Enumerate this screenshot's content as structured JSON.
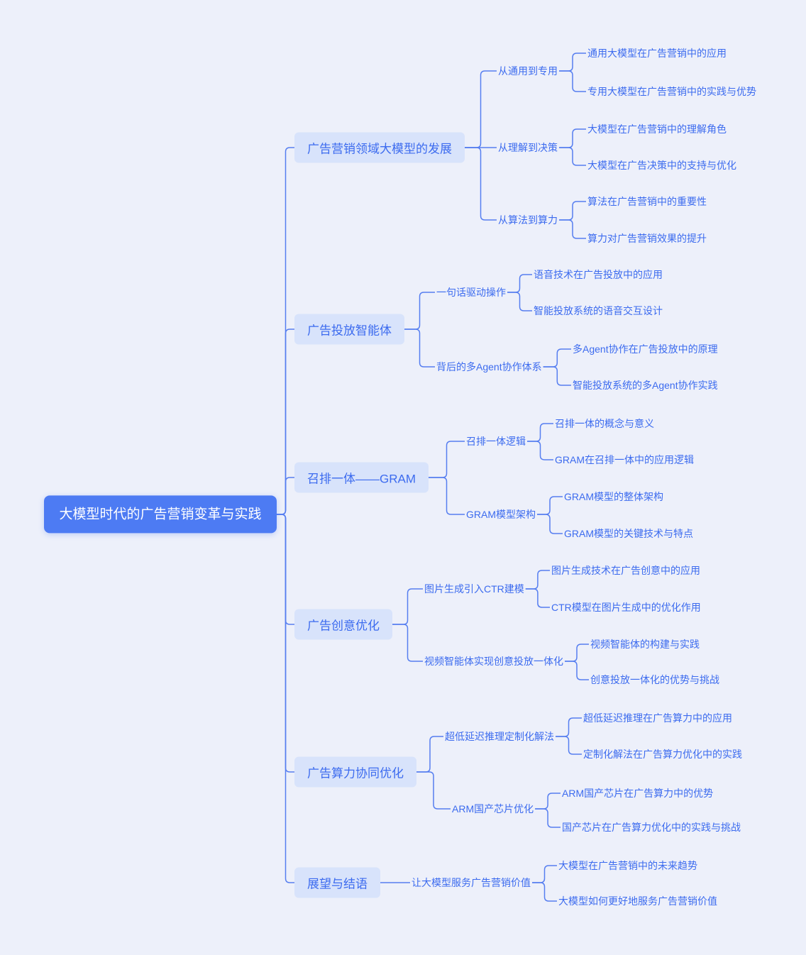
{
  "root": {
    "label": "大模型时代的广告营销变革与实践"
  },
  "branches": [
    {
      "label": "广告营销领域大模型的发展",
      "children": [
        {
          "label": "从通用到专用",
          "children": [
            {
              "label": "通用大模型在广告营销中的应用"
            },
            {
              "label": "专用大模型在广告营销中的实践与优势"
            }
          ]
        },
        {
          "label": "从理解到决策",
          "children": [
            {
              "label": "大模型在广告营销中的理解角色"
            },
            {
              "label": "大模型在广告决策中的支持与优化"
            }
          ]
        },
        {
          "label": "从算法到算力",
          "children": [
            {
              "label": "算法在广告营销中的重要性"
            },
            {
              "label": "算力对广告营销效果的提升"
            }
          ]
        }
      ]
    },
    {
      "label": "广告投放智能体",
      "children": [
        {
          "label": "一句话驱动操作",
          "children": [
            {
              "label": "语音技术在广告投放中的应用"
            },
            {
              "label": "智能投放系统的语音交互设计"
            }
          ]
        },
        {
          "label": "背后的多Agent协作体系",
          "children": [
            {
              "label": "多Agent协作在广告投放中的原理"
            },
            {
              "label": "智能投放系统的多Agent协作实践"
            }
          ]
        }
      ]
    },
    {
      "label": "召排一体——GRAM",
      "children": [
        {
          "label": "召排一体逻辑",
          "children": [
            {
              "label": "召排一体的概念与意义"
            },
            {
              "label": "GRAM在召排一体中的应用逻辑"
            }
          ]
        },
        {
          "label": "GRAM模型架构",
          "children": [
            {
              "label": "GRAM模型的整体架构"
            },
            {
              "label": "GRAM模型的关键技术与特点"
            }
          ]
        }
      ]
    },
    {
      "label": "广告创意优化",
      "children": [
        {
          "label": "图片生成引入CTR建模",
          "children": [
            {
              "label": "图片生成技术在广告创意中的应用"
            },
            {
              "label": "CTR模型在图片生成中的优化作用"
            }
          ]
        },
        {
          "label": "视频智能体实现创意投放一体化",
          "children": [
            {
              "label": "视频智能体的构建与实践"
            },
            {
              "label": "创意投放一体化的优势与挑战"
            }
          ]
        }
      ]
    },
    {
      "label": "广告算力协同优化",
      "children": [
        {
          "label": "超低延迟推理定制化解法",
          "children": [
            {
              "label": "超低延迟推理在广告算力中的应用"
            },
            {
              "label": "定制化解法在广告算力优化中的实践"
            }
          ]
        },
        {
          "label": "ARM国产芯片优化",
          "children": [
            {
              "label": "ARM国产芯片在广告算力中的优势"
            },
            {
              "label": "国产芯片在广告算力优化中的实践与挑战"
            }
          ]
        }
      ]
    },
    {
      "label": "展望与结语",
      "children": [
        {
          "label": "让大模型服务广告营销价值",
          "children": [
            {
              "label": "大模型在广告营销中的未来趋势"
            },
            {
              "label": "大模型如何更好地服务广告营销价值"
            }
          ]
        }
      ]
    }
  ],
  "colors": {
    "background": "#edf0fa",
    "root_fill": "#4d7bf3",
    "root_text": "#ffffff",
    "branch_fill": "#d8e3fb",
    "branch_text": "#3c6bef",
    "node_text": "#3c6bef",
    "connector": "#567ef0"
  }
}
